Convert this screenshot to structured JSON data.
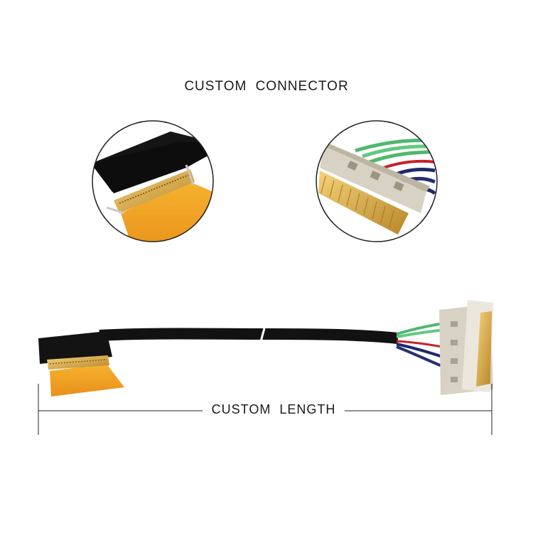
{
  "title": "CUSTOM CONNECTOR",
  "length_label": "CUSTOM LENGTH",
  "colors": {
    "cable": "#111111",
    "tape": "#f2a21b",
    "gold": "#d9a73a",
    "shell": "#d8d2c4",
    "wire_green": "#59c17a",
    "wire_red": "#c9202a",
    "wire_navy": "#1e2a6b"
  },
  "images": [
    {
      "name": "left-connector-closeup",
      "subject": "FPC flat cable end with gold connector"
    },
    {
      "name": "right-connector-closeup",
      "subject": "gold pin header with colored wires"
    },
    {
      "name": "full-cable-assembly",
      "subject": "LVDS cable assembly"
    }
  ]
}
